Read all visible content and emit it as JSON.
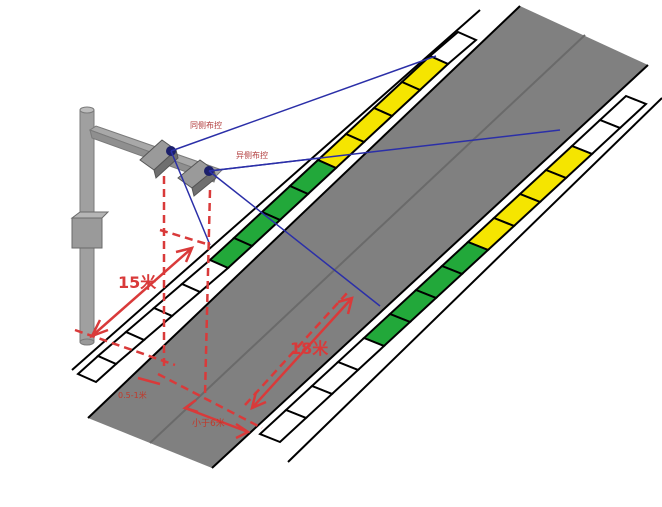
{
  "labels": {
    "same_side_control": "同侧布控",
    "opposite_side_control": "异侧布控",
    "dist_15m": "15米",
    "dist_18m": "18米",
    "dist_offset": "0.5-1米",
    "dist_lt6m": "小于6米"
  },
  "colors": {
    "road": "#7a7a7a",
    "road_edge": "#000000",
    "lane_green": "#22a83a",
    "lane_yellow": "#f5e500",
    "sight_line": "#2b2fa8",
    "dimension": "#d93a3a",
    "pole": "#a0a0a0"
  }
}
